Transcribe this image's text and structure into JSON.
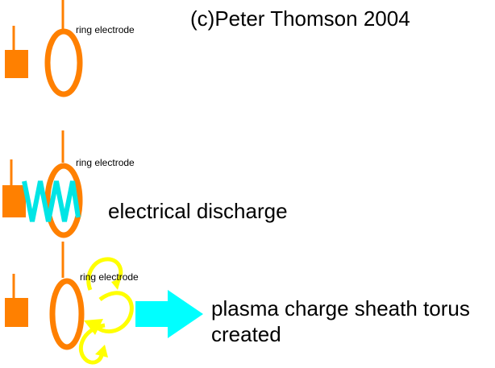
{
  "copyright": "(c)Peter Thomson 2004",
  "ring_label": "ring electrode",
  "discharge_label": "electrical discharge",
  "torus_label_line1": "plasma charge sheath torus",
  "torus_label_line2": "created",
  "colors": {
    "electrode": "#ff8000",
    "discharge": "#00e5e5",
    "plasma_arrows": "#ffff00",
    "output_arrow": "#00ffff"
  }
}
